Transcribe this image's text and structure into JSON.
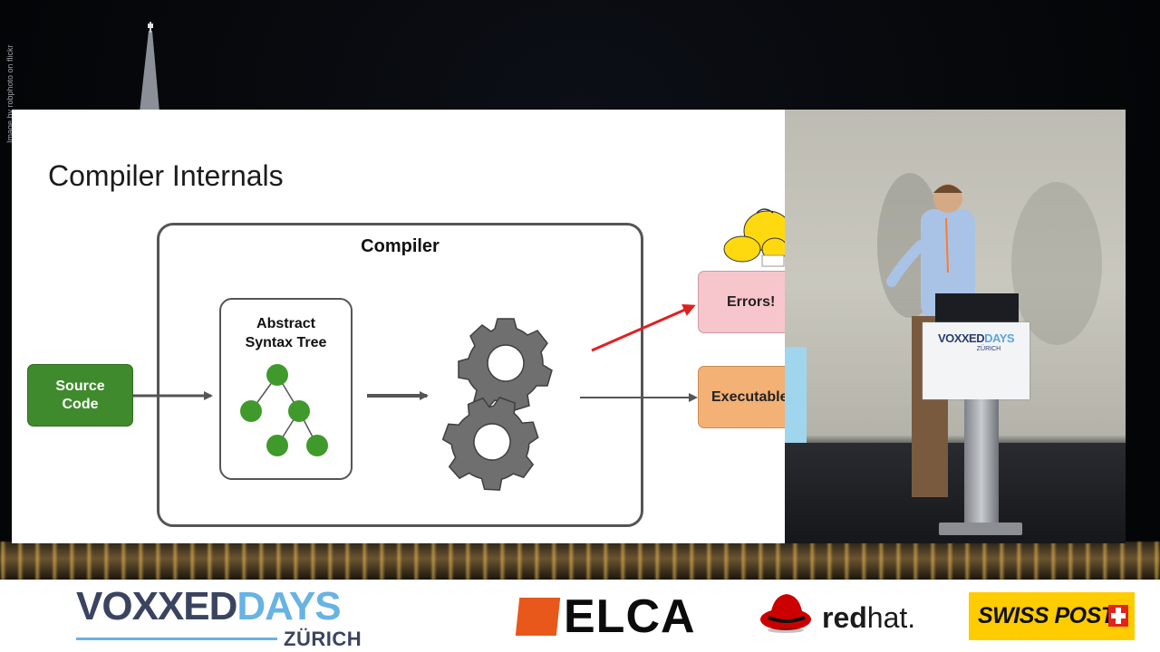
{
  "photo_credit": "Image by robphoto on flickr",
  "slide": {
    "title": "Compiler Internals",
    "compiler_label": "Compiler",
    "ast_label_line1": "Abstract",
    "ast_label_line2": "Syntax Tree",
    "source_line1": "Source",
    "source_line2": "Code",
    "errors_label": "Errors!",
    "executable_label": "Executable"
  },
  "podium_sign": {
    "voxxed": "VOXXED",
    "days": "DAYS",
    "city": "ZÜRICH"
  },
  "sponsors": {
    "voxxed": "VOXXED",
    "days": "DAYS",
    "city": "ZÜRICH",
    "elca": "ELCA",
    "redhat_red": "red",
    "redhat_hat": "hat.",
    "swisspost": "SWISS POST"
  },
  "colors": {
    "source_green": "#3f8a2c",
    "tree_node_green": "#3f9a2b",
    "errors_pink": "#f7c6cc",
    "executable_orange": "#f3b176",
    "error_arrow_red": "#e02020",
    "voxxed_blue": "#67b3e3",
    "elca_orange": "#e8581b",
    "swisspost_yellow": "#ffcc00",
    "redhat_red": "#cc0000"
  }
}
